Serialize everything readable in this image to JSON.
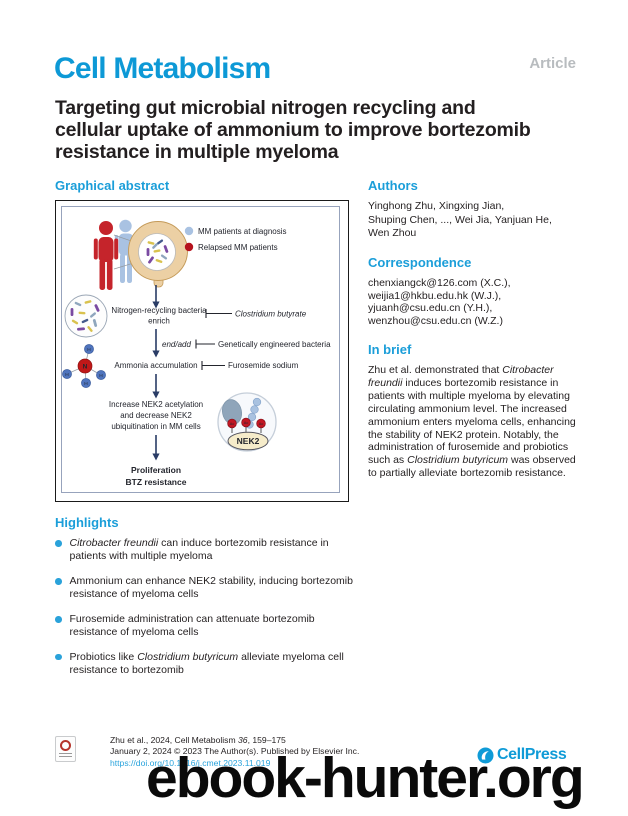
{
  "journal": {
    "name": "Cell Metabolism",
    "article_type": "Article"
  },
  "title_lines": [
    "Targeting gut microbial nitrogen recycling and",
    "cellular uptake of ammonium to improve bortezomib",
    "resistance in multiple myeloma"
  ],
  "colors": {
    "accent_blue": "#1b9ed9",
    "logo_blue": "#0d99d6",
    "link_blue": "#29a3dc",
    "outcome_red": "#b01e24",
    "legend_blue": "#a9c2e2",
    "legend_red": "#b5121d"
  },
  "graphical_abstract": {
    "heading": "Graphical abstract",
    "legend": [
      {
        "label": "MM patients at  diagnosis"
      },
      {
        "label": "Relapsed MM patients"
      }
    ],
    "nodes": {
      "step1_line1": "Nitrogen-recycling bacteria",
      "step1_line2": "enrich",
      "inhibitor1": "Clostridium butyrate",
      "gene_label": "end/add",
      "inhibitor2": "Genetically engineered bacteria",
      "step2": "Ammonia accumulation",
      "inhibitor3": "Furosemide sodium",
      "step3_line1": "Increase NEK2 acetylation",
      "step3_line2": "and decrease NEK2",
      "step3_line3": "ubiquitination  in MM cells",
      "protein": "NEK2",
      "acetyl_mark": "Ac",
      "atom_n": "N",
      "atom_h": "H",
      "outcome_line1": "Proliferation",
      "outcome_line2": "BTZ resistance"
    }
  },
  "authors": {
    "heading": "Authors",
    "lines": [
      "Yinghong Zhu, Xingxing Jian,",
      "Shuping Chen, ..., Wei Jia, Yanjuan He,",
      "Wen Zhou"
    ]
  },
  "correspondence": {
    "heading": "Correspondence",
    "lines": [
      "chenxiangck@126.com (X.C.),",
      "weijia1@hkbu.edu.hk (W.J.),",
      "yjuanh@csu.edu.cn (Y.H.),",
      "wenzhou@csu.edu.cn (W.Z.)"
    ]
  },
  "in_brief": {
    "heading": "In brief",
    "rich": [
      {
        "t": "Zhu et al. demonstrated that "
      },
      {
        "t": "Citrobacter freundii",
        "i": true
      },
      {
        "t": " induces bortezomib resistance in patients with multiple myeloma by elevating circulating ammonium level. The increased ammonium enters myeloma cells, enhancing the stability of NEK2 protein. Notably, the administration of furosemide and probiotics such as "
      },
      {
        "t": "Clostridium butyricum",
        "i": true
      },
      {
        "t": " was observed to partially alleviate bortezomib resistance."
      }
    ]
  },
  "highlights": {
    "heading": "Highlights",
    "items": [
      [
        {
          "t": "Citrobacter freundii",
          "i": true
        },
        {
          "t": " can induce bortezomib resistance in patients with multiple myeloma"
        }
      ],
      [
        {
          "t": "Ammonium can enhance NEK2 stability, inducing bortezomib resistance of myeloma cells"
        }
      ],
      [
        {
          "t": "Furosemide administration can attenuate bortezomib resistance of myeloma cells"
        }
      ],
      [
        {
          "t": "Probiotics like "
        },
        {
          "t": "Clostridium butyricum",
          "i": true
        },
        {
          "t": " alleviate myeloma cell resistance to bortezomib"
        }
      ]
    ]
  },
  "footer": {
    "citation_rich": [
      {
        "t": "Zhu et al., 2024, Cell Metabolism "
      },
      {
        "t": "36",
        "i": true
      },
      {
        "t": ", 159–175"
      }
    ],
    "line2": "January 2, 2024 © 2023 The Author(s). Published by Elsevier Inc.",
    "doi": "https://doi.org/10.1016/j.cmet.2023.11.019",
    "brand": "CellPress"
  },
  "watermark": "ebook-hunter.org"
}
